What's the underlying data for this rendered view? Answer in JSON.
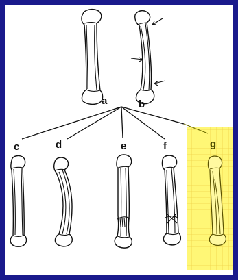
{
  "labels": {
    "a": "a",
    "b": "b",
    "c": "c",
    "d": "d",
    "e": "e",
    "f": "f",
    "g": "g"
  },
  "colors": {
    "outer_border": "#1a1a8c",
    "highlight_panel": "#fff776",
    "grid_lines": "#f0d24a",
    "line_art": "#111111"
  },
  "icons": [
    "arrow-icon",
    "arrow-icon",
    "arrow-icon"
  ]
}
